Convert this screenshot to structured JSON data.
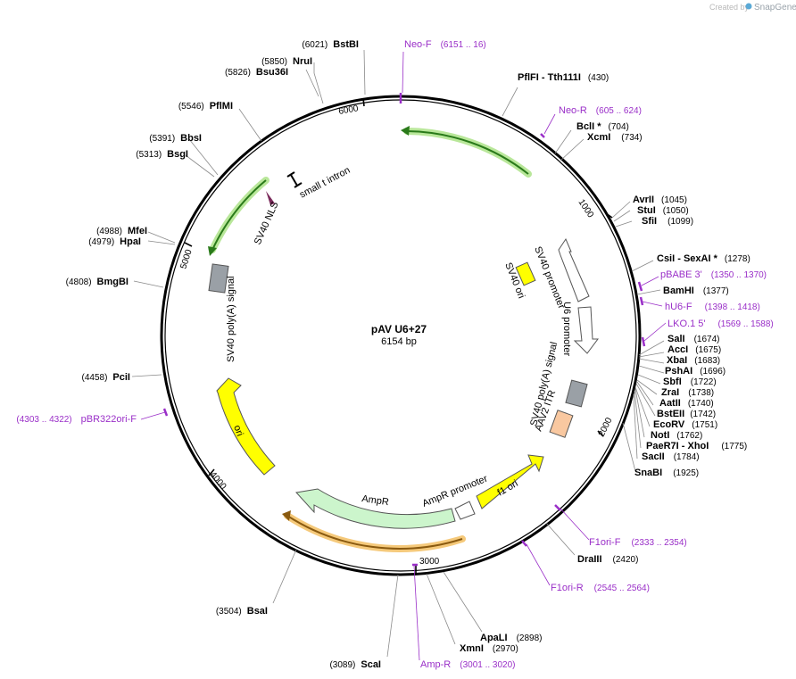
{
  "credit": {
    "prefix": "Created by",
    "brand": "SnapGene"
  },
  "plasmid": {
    "name": "pAV U6+27",
    "size": "6154 bp"
  },
  "ticks": [
    "1000",
    "2000",
    "3000",
    "4000",
    "5000",
    "6000"
  ],
  "enzymes": [
    {
      "name": "BstBI",
      "pos": "(6021)"
    },
    {
      "name": "NruI",
      "pos": "(5850)"
    },
    {
      "name": "Bsu36I",
      "pos": "(5826)"
    },
    {
      "name": "PflMI",
      "pos": "(5546)"
    },
    {
      "name": "BbsI",
      "pos": "(5391)"
    },
    {
      "name": "BsgI",
      "pos": "(5313)"
    },
    {
      "name": "MfeI",
      "pos": "(4988)"
    },
    {
      "name": "HpaI",
      "pos": "(4979)"
    },
    {
      "name": "BmgBI",
      "pos": "(4808)"
    },
    {
      "name": "PciI",
      "pos": "(4458)"
    },
    {
      "name": "PflFI",
      "name2": " - Tth111I",
      "pos": "(430)"
    },
    {
      "name": "BclI *",
      "pos": "(704)"
    },
    {
      "name": "XcmI",
      "pos": "(734)"
    },
    {
      "name": "AvrII",
      "pos": "(1045)"
    },
    {
      "name": "StuI",
      "pos": "(1050)"
    },
    {
      "name": "SfiI",
      "pos": "(1099)"
    },
    {
      "name": "CsiI",
      "name2": " - SexAI *",
      "pos": "(1278)"
    },
    {
      "name": "BamHI",
      "pos": "(1377)"
    },
    {
      "name": "SalI",
      "pos": "(1674)"
    },
    {
      "name": "AccI",
      "pos": "(1675)"
    },
    {
      "name": "XbaI",
      "pos": "(1683)"
    },
    {
      "name": "PshAI",
      "pos": "(1696)"
    },
    {
      "name": "SbfI",
      "pos": "(1722)"
    },
    {
      "name": "ZraI",
      "pos": "(1738)"
    },
    {
      "name": "AatII",
      "pos": "(1740)"
    },
    {
      "name": "BstEII",
      "pos": "(1742)"
    },
    {
      "name": "EcoRV",
      "pos": "(1751)"
    },
    {
      "name": "NotI",
      "pos": "(1762)"
    },
    {
      "name": "PaeR7I",
      "name2": " - XhoI",
      "pos": "(1775)"
    },
    {
      "name": "SacII",
      "pos": "(1784)"
    },
    {
      "name": "SnaBI",
      "pos": "(1925)"
    },
    {
      "name": "DraIII",
      "pos": "(2420)"
    },
    {
      "name": "ApaLI",
      "pos": "(2898)"
    },
    {
      "name": "XmnI",
      "pos": "(2970)"
    },
    {
      "name": "ScaI",
      "pos": "(3089)"
    },
    {
      "name": "BsaI",
      "pos": "(3504)"
    }
  ],
  "primers": [
    {
      "name": "Neo-F",
      "pos": "(6151 .. 16)"
    },
    {
      "name": "Neo-R",
      "pos": "(605 .. 624)"
    },
    {
      "name": "pBABE 3'",
      "pos": "(1350 .. 1370)"
    },
    {
      "name": "hU6-F",
      "pos": "(1398 .. 1418)"
    },
    {
      "name": "LKO.1 5'",
      "pos": "(1569 .. 1588)"
    },
    {
      "name": "F1ori-F",
      "pos": "(2333 .. 2354)"
    },
    {
      "name": "F1ori-R",
      "pos": "(2545 .. 2564)"
    },
    {
      "name": "Amp-R",
      "pos": "(3001 .. 3020)"
    },
    {
      "name": "pBR322ori-F",
      "pos": "(4303 .. 4322)"
    }
  ],
  "features": [
    {
      "label": "SV40 ori"
    },
    {
      "label": "SV40 promoter"
    },
    {
      "label": "U6 promoter"
    },
    {
      "label": "SV40 poly(A) signal"
    },
    {
      "label": "AAV2 ITR"
    },
    {
      "label": "f1 ori"
    },
    {
      "label": "AmpR promoter"
    },
    {
      "label": "AmpR"
    },
    {
      "label": "ori"
    },
    {
      "label": "SV40 poly(A) signal"
    },
    {
      "label": "SV40 NLS"
    },
    {
      "label": "small t intron"
    }
  ],
  "colors": {
    "backbone": "#000000",
    "neo_arrow": "#2a7a1a",
    "neo_glow": "#b9e79a",
    "amp_arrow": "#8a5a10",
    "amp_glow": "#f5c97a",
    "ori": "#ffff00",
    "ampr": "#ccf5cc",
    "polya": "#9aa0a6",
    "itr": "#f9c8a0",
    "primer": "#9a2fc8",
    "nls": "#7a2a5a"
  }
}
